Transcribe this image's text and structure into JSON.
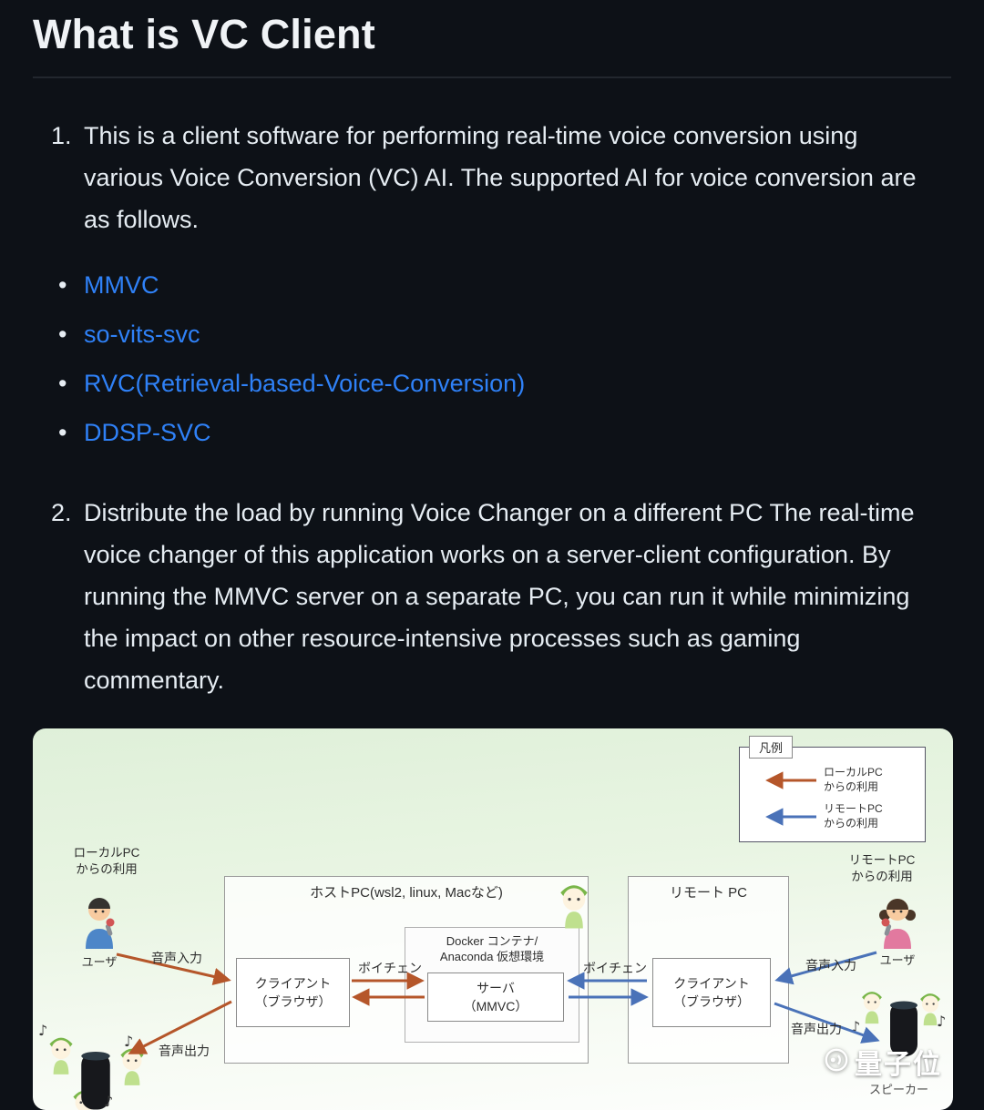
{
  "article": {
    "title": "What is VC Client",
    "item1": {
      "number": "1.",
      "text": "This is a client software for performing real-time voice conversion using various Voice Conversion (VC) AI. The supported AI for voice conversion are as follows."
    },
    "links": [
      "MMVC",
      "so-vits-svc",
      "RVC(Retrieval-based-Voice-Conversion)",
      "DDSP-SVC"
    ],
    "item2": {
      "number": "2.",
      "text": "Distribute the load by running Voice Changer on a different PC The real-time voice changer of this application works on a server-client configuration. By running the MMVC server on a separate PC, you can run it while minimizing the impact on other resource-intensive processes such as gaming commentary."
    },
    "link_color": "#2f81f7"
  },
  "diagram": {
    "legend": {
      "title": "凡例",
      "local_label": "ローカルPC\nからの利用",
      "remote_label": "リモートPC\nからの利用"
    },
    "local": {
      "caption": "ローカルPC\nからの利用",
      "user": "ユーザ",
      "audio_in": "音声入力",
      "audio_out": "音声出力",
      "voice_change": "ボイチェン"
    },
    "remote": {
      "caption": "リモートPC\nからの利用",
      "user": "ユーザ",
      "audio_in": "音声入力",
      "audio_out": "音声出力",
      "voice_change": "ボイチェン"
    },
    "host_pc": {
      "title": "ホストPC(wsl2, linux, Macなど)",
      "client": "クライアント\n（ブラウザ）",
      "docker": "Docker コンテナ/\nAnaconda 仮想環境",
      "server": "サーバ\n（MMVC）"
    },
    "remote_pc": {
      "title": "リモート PC",
      "client": "クライアント\n（ブラウザ）"
    },
    "watermark": {
      "brand": "量子位",
      "speaker_label": "スピーカー"
    },
    "music_note": "♪",
    "colors": {
      "local_arrow": "#b5562a",
      "remote_arrow": "#4a72b8"
    }
  }
}
